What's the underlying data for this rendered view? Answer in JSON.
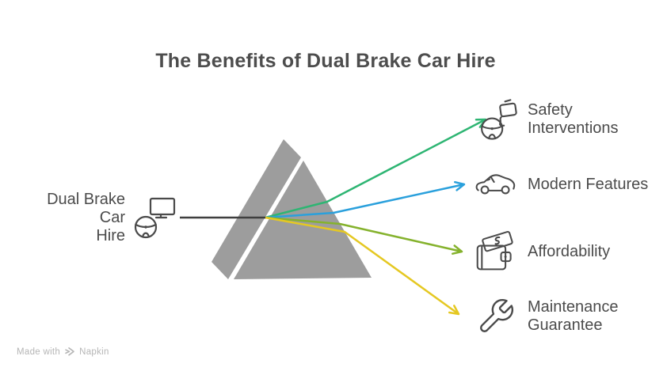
{
  "title": "The Benefits of Dual Brake Car Hire",
  "source": {
    "label": "Dual Brake Car\nHire",
    "icon": "steering-wheel-monitor-icon"
  },
  "benefits": [
    {
      "label": "Safety\nInterventions",
      "icon": "steering-wheel-mirror-icon",
      "color": "#2eb573"
    },
    {
      "label": "Modern Features",
      "icon": "car-icon",
      "color": "#2aa0dc"
    },
    {
      "label": "Affordability",
      "icon": "wallet-banknote-icon",
      "color": "#85b22d"
    },
    {
      "label": "Maintenance\nGuarantee",
      "icon": "wrench-icon",
      "color": "#e5c822"
    }
  ],
  "diagram": {
    "shape": "split-prism",
    "prism_color": "#9d9d9d",
    "beam_color": "#3f3f3f"
  },
  "watermark": {
    "text": "Made with",
    "brand": "Napkin"
  }
}
